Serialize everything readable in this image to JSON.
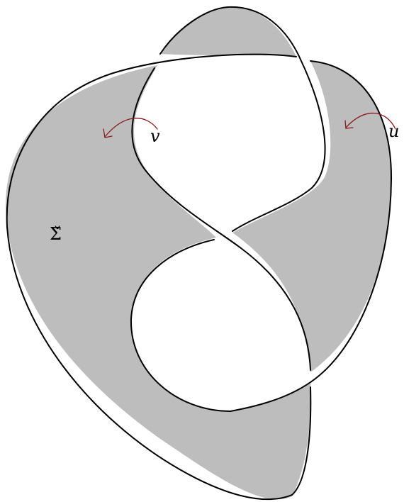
{
  "diagram": {
    "surface_label": "Σ̌",
    "curve_labels": {
      "v": "v",
      "u": "u"
    },
    "colors": {
      "surface_fill": "#bdbdbd",
      "knot_stroke": "#000000",
      "arrow_stroke": "#8b1a1a",
      "background": "#ffffff"
    }
  }
}
